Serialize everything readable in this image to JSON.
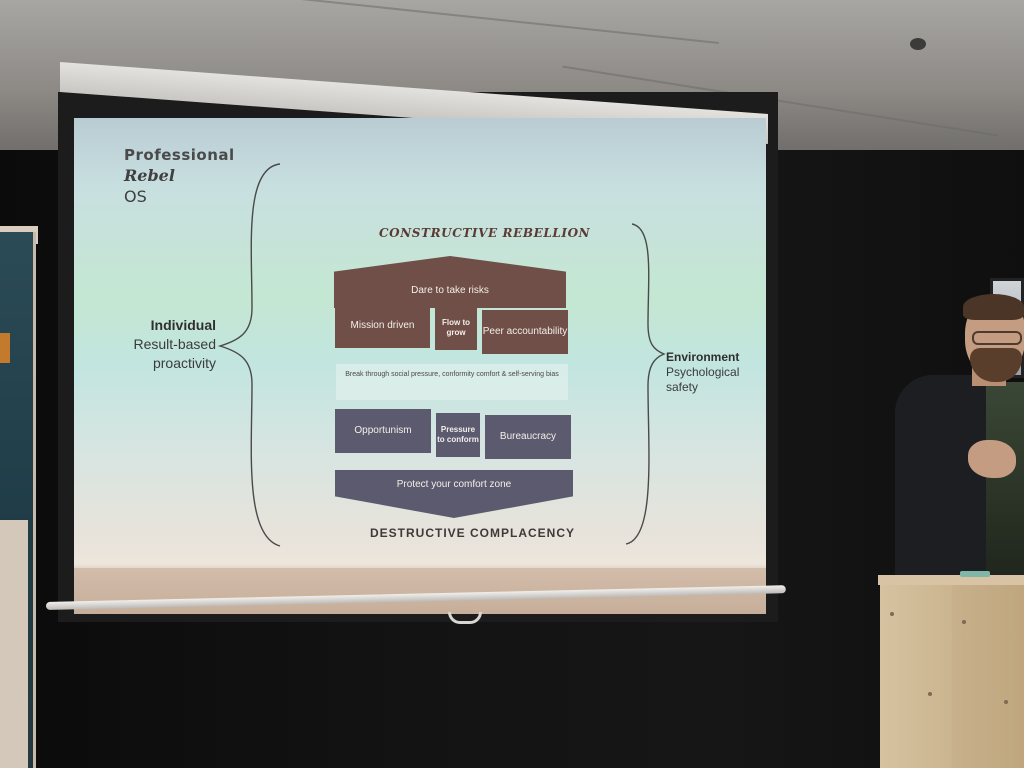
{
  "slide": {
    "title": {
      "line1": "Professional",
      "line2": "Rebel",
      "line3": "OS"
    },
    "left_label": {
      "heading": "Individual",
      "line1": "Result-based",
      "line2": "proactivity"
    },
    "right_label": {
      "heading": "Environment",
      "line1": "Psychological",
      "line2": "safety"
    },
    "top_heading": "CONSTRUCTIVE REBELLION",
    "bottom_heading": "DESTRUCTIVE COMPLACENCY",
    "roof_box": "Dare to take risks",
    "upper_row": [
      "Mission driven",
      "Flow to grow",
      "Peer accountability"
    ],
    "middle_text": "Break through social pressure, conformity comfort & self-serving bias",
    "lower_row": [
      "Opportunism",
      "Pressure to conform",
      "Bureaucracy"
    ],
    "base_box": "Protect your comfort zone"
  },
  "colors": {
    "brown_box": "#6f4f47",
    "slate_box": "#5c5a6e",
    "heading_red": "#5a3b36"
  }
}
